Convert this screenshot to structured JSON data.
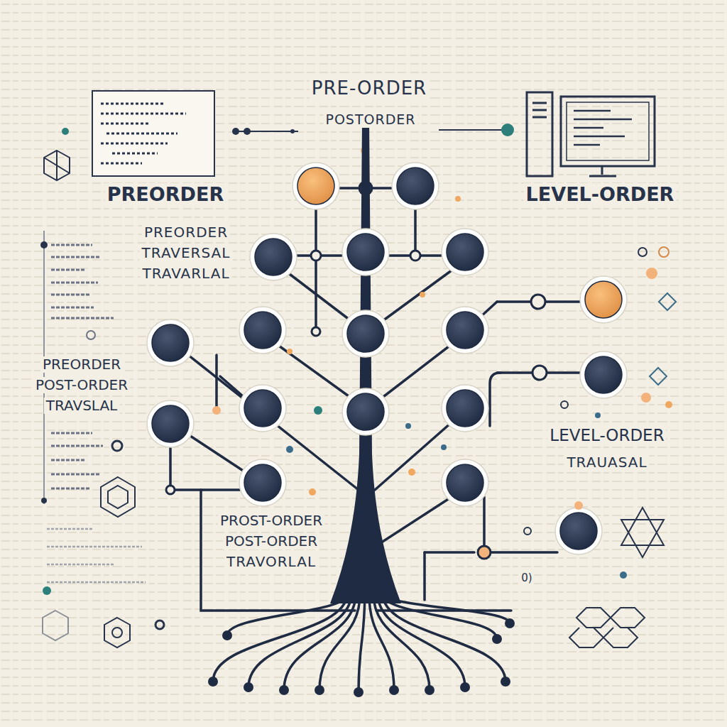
{
  "diagram": {
    "labels": [
      "PRE-ORDER",
      "POSTORDER",
      "PREORDER",
      "LEVEL-ORDER",
      "PREORDER",
      "TRAVERSAL",
      "TRAVARLAL",
      "PREORDER",
      "POST-ORDER",
      "TRAVSLAL",
      "LEVEL-ORDER",
      "TRAUASAL",
      "PROST-ORDER",
      "POST-ORDER",
      "TRAVORLAL",
      "0)"
    ]
  }
}
